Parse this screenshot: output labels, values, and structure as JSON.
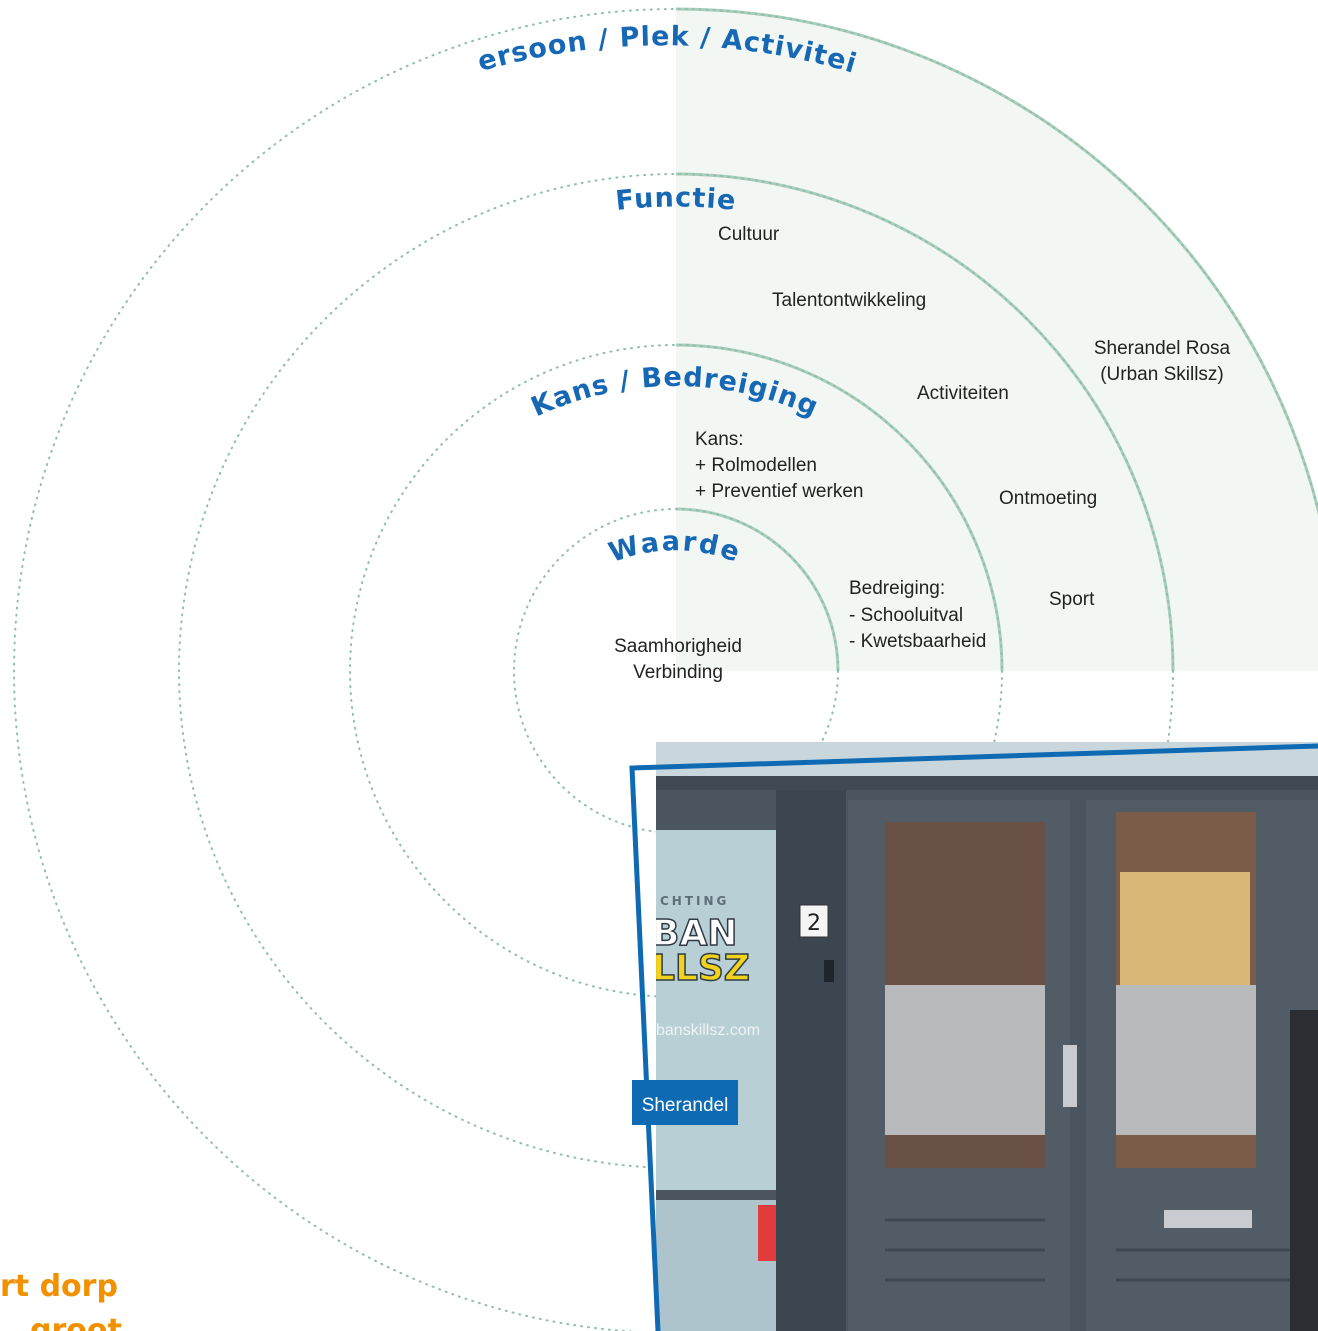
{
  "rings": [
    {
      "id": "persoon",
      "title": "Persoon / Plek / Activiteit"
    },
    {
      "id": "functie",
      "title": "Functie"
    },
    {
      "id": "kans",
      "title": "Kans / Bedreiging"
    },
    {
      "id": "waarde",
      "title": "Waarde"
    }
  ],
  "items": {
    "waarde_1": "Saamhorigheid",
    "waarde_2": "Verbinding",
    "kans_heading": "Kans:",
    "kans_1": "+ Rolmodellen",
    "kans_2": "+ Preventief werken",
    "bedreiging_heading": "Bedreiging:",
    "bedreiging_1": "- Schooluitval",
    "bedreiging_2": "- Kwetsbaarheid",
    "functie_1": "Cultuur",
    "functie_2": "Talentontwikkeling",
    "functie_3": "Activiteiten",
    "functie_4": "Ontmoeting",
    "functie_5": "Sport",
    "persoon_1": "Sherandel Rosa",
    "persoon_2": "(Urban Skillsz)"
  },
  "photo": {
    "label": "Sherandel",
    "house_number": "2",
    "sign_line1": "CHTING",
    "sign_line2": "BAN",
    "sign_line3": "LLSZ",
    "sign_url": "banskillsz.com"
  },
  "footer": {
    "line1": "rt dorp",
    "line2": "groot"
  },
  "colors": {
    "title_blue": "#1667b4",
    "ring_line": "#a9cdb8",
    "ring_fill": "#f3f7f4",
    "dotted": "#8cbfae",
    "frame_blue": "#0f6ab4",
    "orange": "#f29100"
  }
}
